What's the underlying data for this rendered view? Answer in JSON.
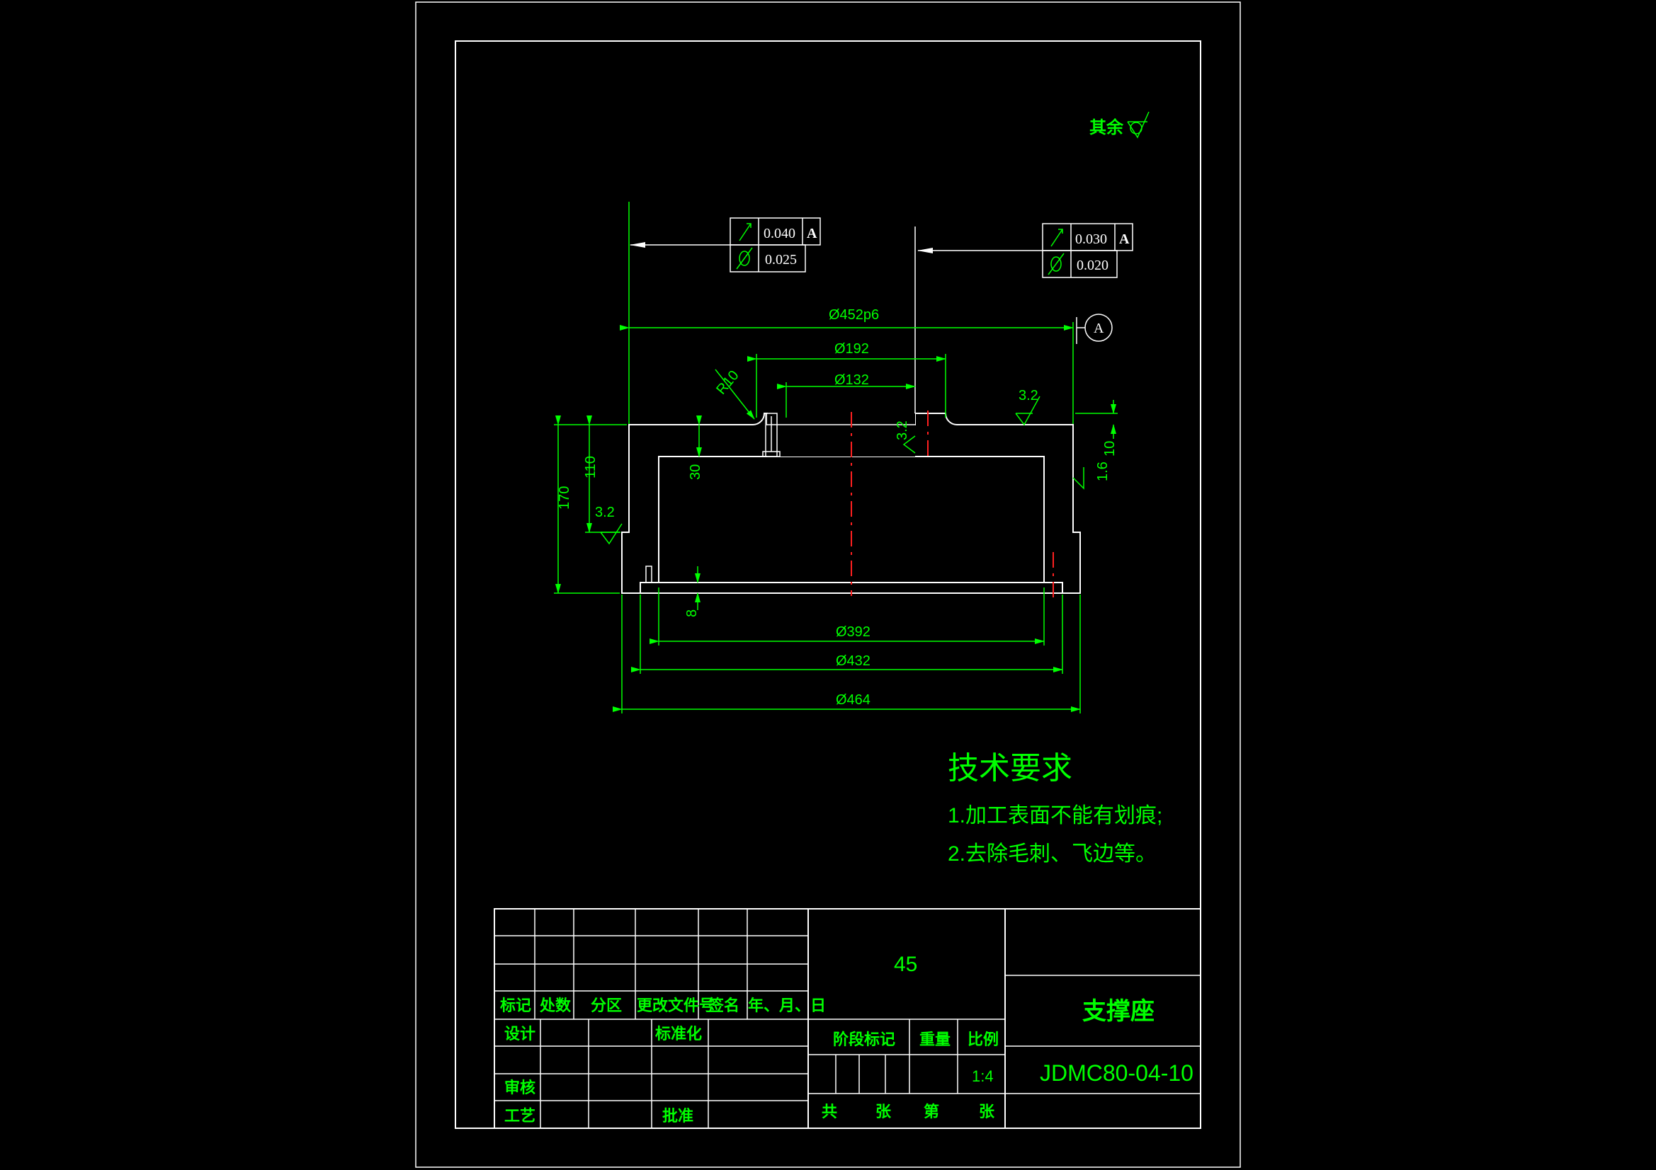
{
  "drawing": {
    "roughness_note": "其余",
    "tolerance_frames": {
      "left": {
        "runout": "0.040",
        "datum": "A",
        "cylindricity": "0.025"
      },
      "right": {
        "runout": "0.030",
        "datum": "A",
        "cylindricity": "0.020"
      }
    },
    "datum_label": "A",
    "dimensions": {
      "d452": "Ø452p6",
      "d192": "Ø192",
      "d132": "Ø132",
      "r10": "R10",
      "d392": "Ø392",
      "d432": "Ø432",
      "d464": "Ø464",
      "h170": "170",
      "h110": "110",
      "h30": "30",
      "h8": "8",
      "h10": "10"
    },
    "roughness": {
      "top": "3.2",
      "bore": "3.2",
      "left": "3.2",
      "right": "1.6"
    }
  },
  "tech_requirements": {
    "title": "技术要求",
    "items": [
      "1.加工表面不能有划痕;",
      "2.去除毛刺、飞边等。"
    ]
  },
  "title_block": {
    "material": "45",
    "part_name": "支撑座",
    "drawing_no": "JDMC80-04-10",
    "scale": "1:4",
    "headers": [
      "标记",
      "处数",
      "分区",
      "更改文件号",
      "签名",
      "年、月、日"
    ],
    "design": "设计",
    "standardization": "标准化",
    "review": "审核",
    "process": "工艺",
    "approve": "批准",
    "stage_mark": "阶段标记",
    "weight": "重量",
    "ratio": "比例",
    "total": "共",
    "sheets": "张",
    "number": "第",
    "sheet2": "张"
  }
}
